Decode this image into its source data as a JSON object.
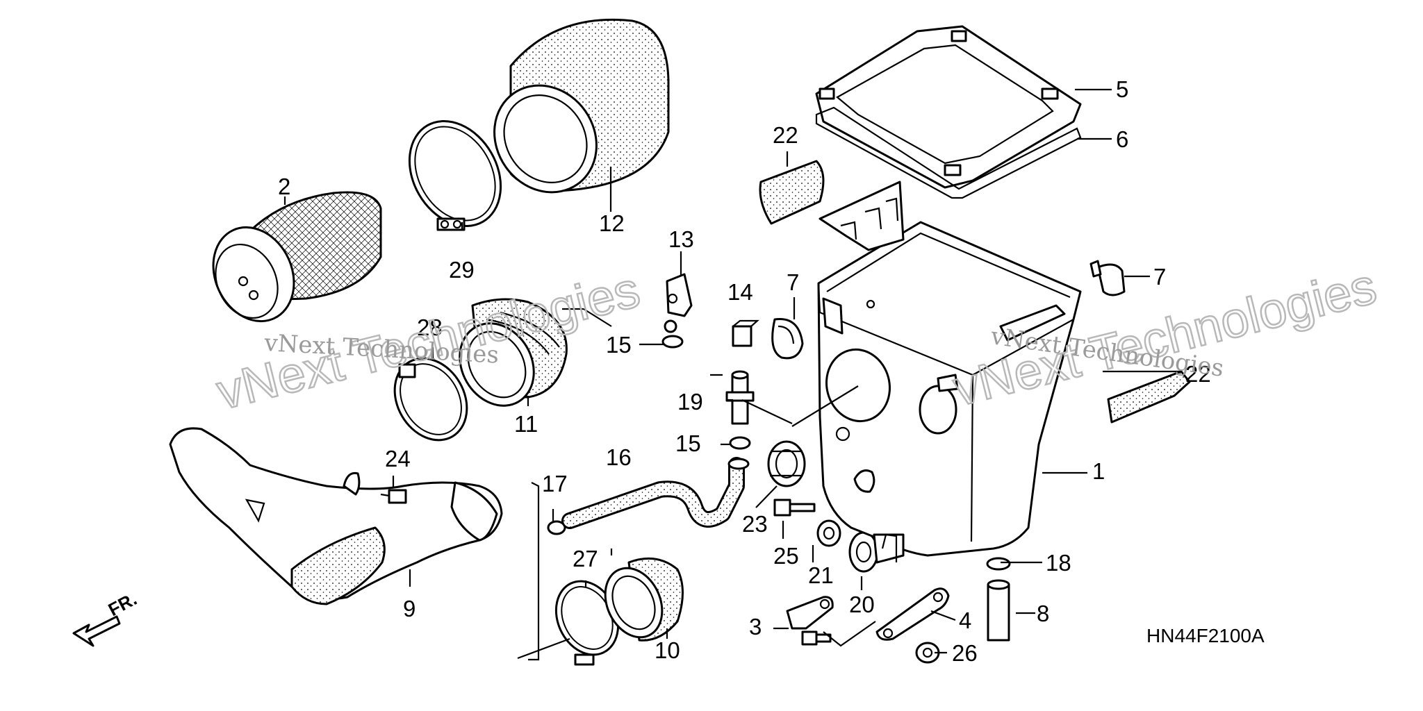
{
  "diagram": {
    "drawing_code": "HN44F2100A",
    "front_marker": "FR.",
    "watermark": {
      "brand_large": "vNext Technologies",
      "brand_small": "vNext Technologies"
    },
    "callouts": [
      {
        "id": "c1",
        "label": "1"
      },
      {
        "id": "c2",
        "label": "2"
      },
      {
        "id": "c3",
        "label": "3"
      },
      {
        "id": "c4",
        "label": "4"
      },
      {
        "id": "c5",
        "label": "5"
      },
      {
        "id": "c6",
        "label": "6"
      },
      {
        "id": "c7a",
        "label": "7"
      },
      {
        "id": "c7b",
        "label": "7"
      },
      {
        "id": "c8",
        "label": "8"
      },
      {
        "id": "c9",
        "label": "9"
      },
      {
        "id": "c10",
        "label": "10"
      },
      {
        "id": "c11",
        "label": "11"
      },
      {
        "id": "c12",
        "label": "12"
      },
      {
        "id": "c13",
        "label": "13"
      },
      {
        "id": "c14",
        "label": "14"
      },
      {
        "id": "c15a",
        "label": "15"
      },
      {
        "id": "c15b",
        "label": "15"
      },
      {
        "id": "c16",
        "label": "16"
      },
      {
        "id": "c17",
        "label": "17"
      },
      {
        "id": "c18",
        "label": "18"
      },
      {
        "id": "c19",
        "label": "19"
      },
      {
        "id": "c20",
        "label": "20"
      },
      {
        "id": "c21",
        "label": "21"
      },
      {
        "id": "c22a",
        "label": "22"
      },
      {
        "id": "c22b",
        "label": "22"
      },
      {
        "id": "c23",
        "label": "23"
      },
      {
        "id": "c24",
        "label": "24"
      },
      {
        "id": "c25",
        "label": "25"
      },
      {
        "id": "c26",
        "label": "26"
      },
      {
        "id": "c27",
        "label": "27"
      },
      {
        "id": "c28",
        "label": "28"
      },
      {
        "id": "c29",
        "label": "29"
      }
    ]
  }
}
